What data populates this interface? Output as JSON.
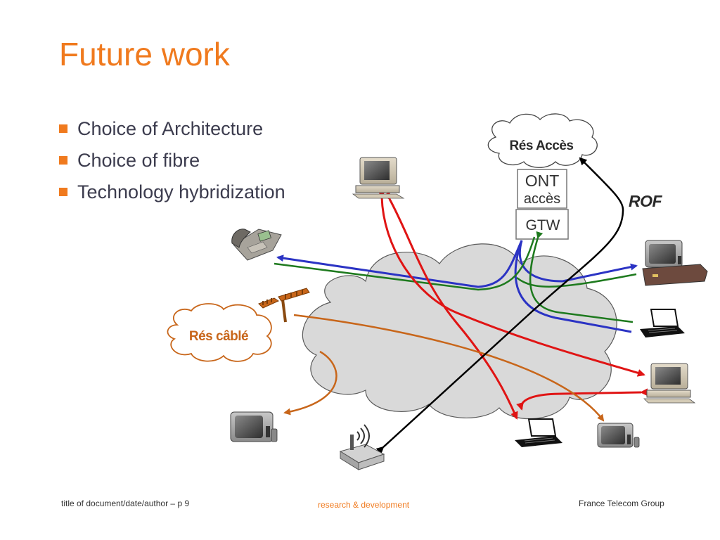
{
  "slide": {
    "title": "Future work",
    "bullets": [
      "Choice of Architecture",
      "Choice of fibre",
      "Technology hybridization"
    ]
  },
  "diagram": {
    "cloud_top_label": "Rés Accès",
    "cloud_left_label": "Rés câblé",
    "ont_line1": "ONT",
    "ont_line2": "accès",
    "gtw_label": "GTW",
    "rof_label": "ROF"
  },
  "footer": {
    "left": "title of document/date/author – p 9",
    "center": "research & development",
    "right": "France Telecom Group"
  },
  "colors": {
    "accent": "#f07a1e",
    "blue_link": "#2b33c4",
    "green_link": "#1e7a1e",
    "red_link": "#e01414",
    "orange_link": "#c8661a",
    "black_link": "#000000",
    "cloud_fill": "#d9d9d9"
  }
}
